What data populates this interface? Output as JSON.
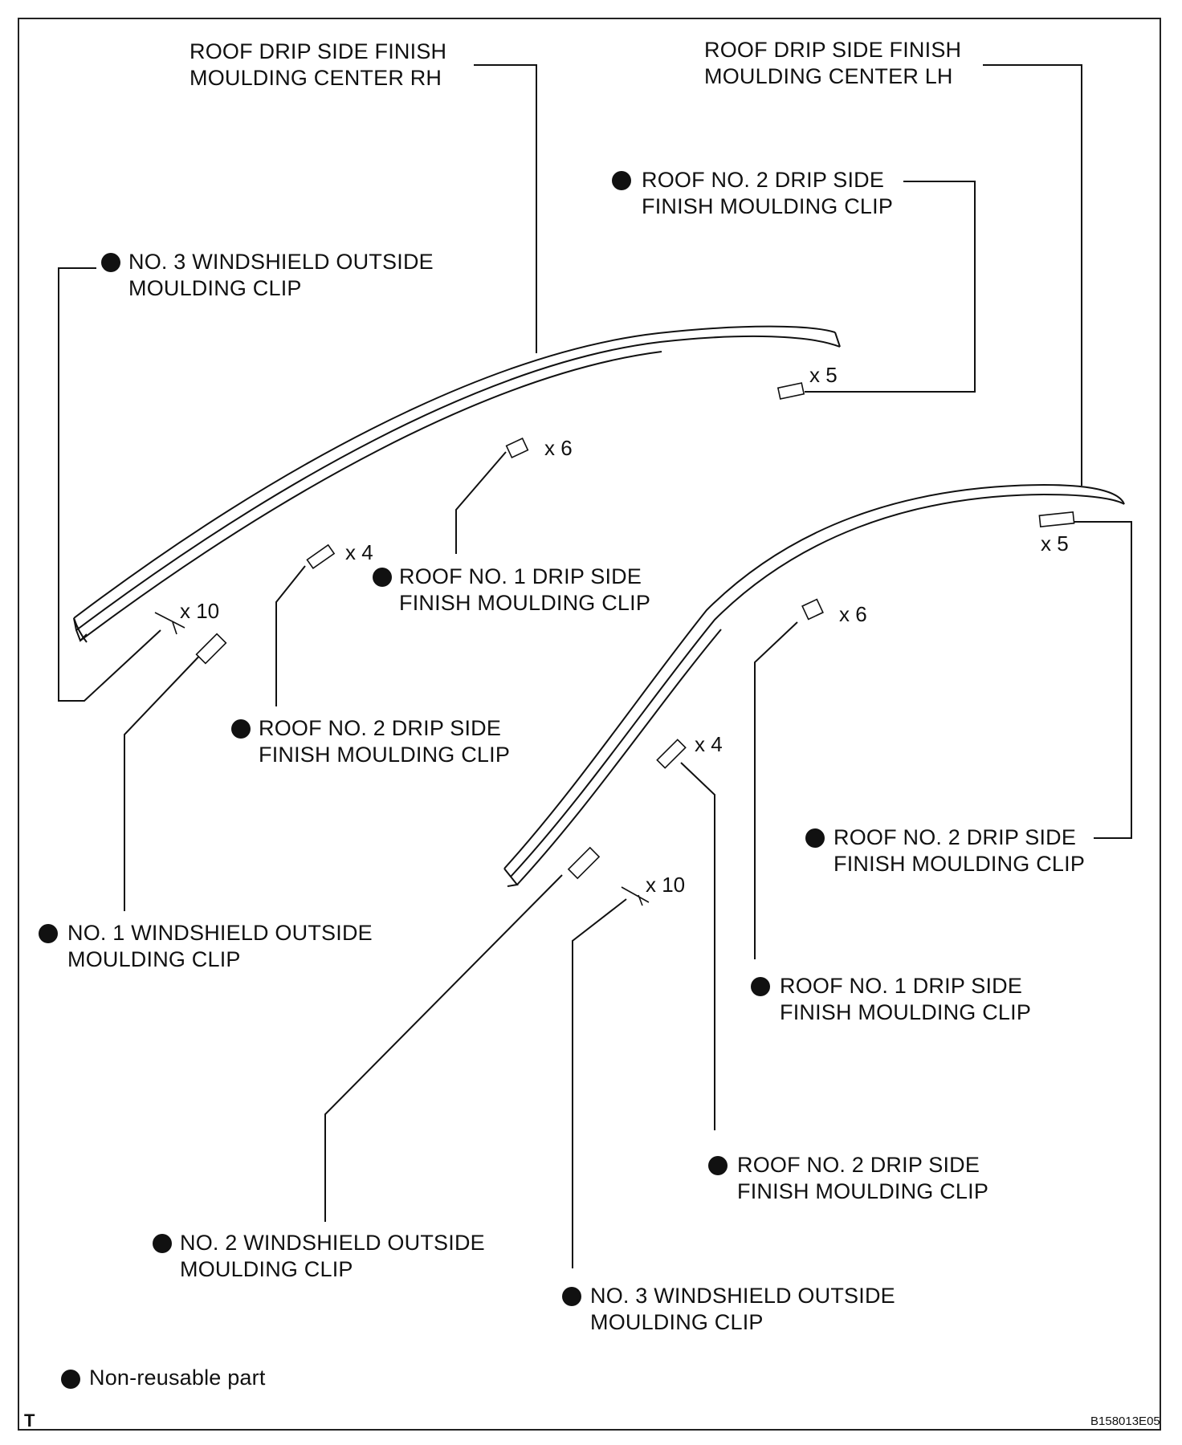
{
  "labels": {
    "center_rh": [
      "ROOF DRIP SIDE FINISH",
      "MOULDING CENTER RH"
    ],
    "center_lh": [
      "ROOF DRIP SIDE FINISH",
      "MOULDING CENTER LH"
    ],
    "no2_clip_top": [
      "ROOF NO. 2 DRIP SIDE",
      "FINISH MOULDING CLIP"
    ],
    "no3_ws_left": [
      "NO. 3 WINDSHIELD OUTSIDE",
      "MOULDING CLIP"
    ],
    "no1_clip_left": [
      "ROOF NO. 1 DRIP SIDE",
      "FINISH MOULDING CLIP"
    ],
    "no2_clip_left": [
      "ROOF NO. 2 DRIP SIDE",
      "FINISH MOULDING CLIP"
    ],
    "no1_ws_left": [
      "NO. 1 WINDSHIELD OUTSIDE",
      "MOULDING CLIP"
    ],
    "no2_clip_right": [
      "ROOF NO. 2 DRIP SIDE",
      "FINISH MOULDING CLIP"
    ],
    "no1_clip_right": [
      "ROOF NO. 1 DRIP SIDE",
      "FINISH MOULDING CLIP"
    ],
    "no2_clip_bottom": [
      "ROOF NO. 2 DRIP SIDE",
      "FINISH MOULDING CLIP"
    ],
    "no2_ws": [
      "NO. 2 WINDSHIELD OUTSIDE",
      "MOULDING CLIP"
    ],
    "no3_ws_bottom": [
      "NO. 3 WINDSHIELD OUTSIDE",
      "MOULDING CLIP"
    ]
  },
  "quantities": {
    "top_x5": "x 5",
    "left_x6": "x 6",
    "left_x4": "x 4",
    "left_x10": "x 10",
    "right_x5": "x 5",
    "right_x6": "x 6",
    "right_x4": "x 4",
    "right_x10": "x 10"
  },
  "legend": {
    "text": "Non-reusable part"
  },
  "corner_mark": "T",
  "figure_code": "B158013E05"
}
